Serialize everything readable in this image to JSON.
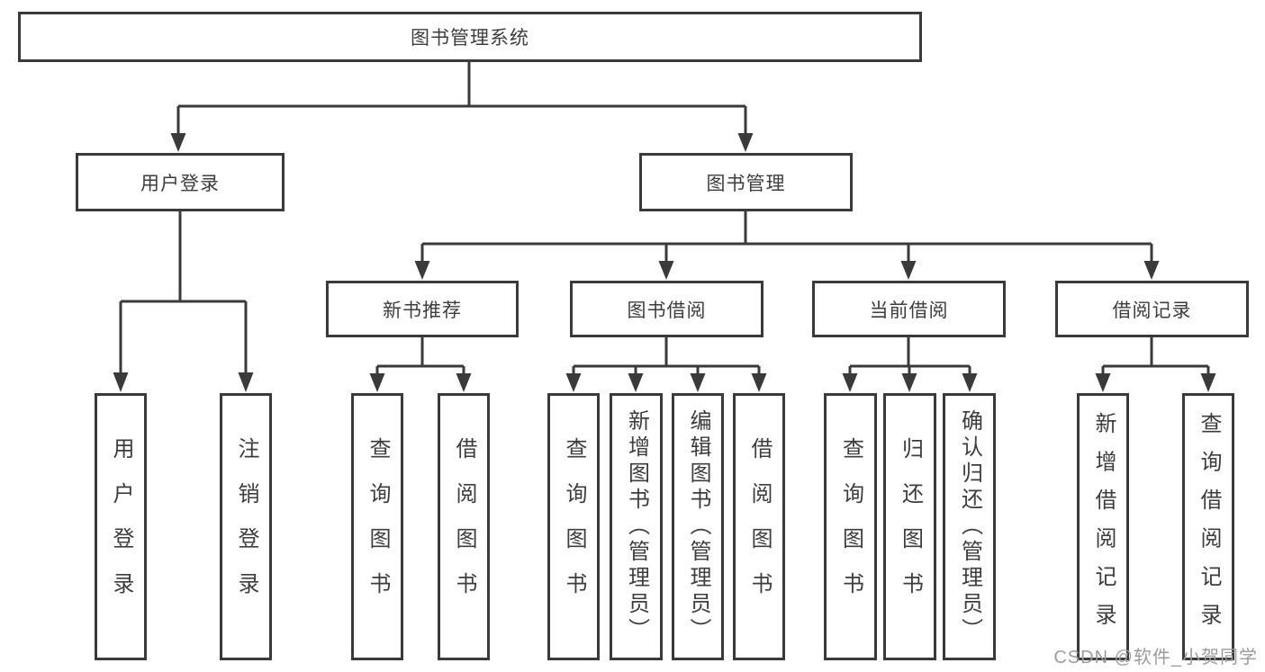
{
  "root": {
    "label": "图书管理系统"
  },
  "branches": {
    "login": {
      "label": "用户登录",
      "leaves": [
        {
          "label": "用户登录"
        },
        {
          "label": "注销登录"
        }
      ]
    },
    "mgmt": {
      "label": "图书管理"
    }
  },
  "modules": [
    {
      "label": "新书推荐",
      "leaves": [
        {
          "label": "查询图书"
        },
        {
          "label": "借阅图书"
        }
      ]
    },
    {
      "label": "图书借阅",
      "leaves": [
        {
          "label": "查询图书"
        },
        {
          "label": "新增图书（管理员）"
        },
        {
          "label": "编辑图书（管理员）"
        },
        {
          "label": "借阅图书"
        }
      ]
    },
    {
      "label": "当前借阅",
      "leaves": [
        {
          "label": "查询图书"
        },
        {
          "label": "归还图书"
        },
        {
          "label": "确认归还（管理员）"
        }
      ]
    },
    {
      "label": "借阅记录",
      "leaves": [
        {
          "label": "新增借阅记录"
        },
        {
          "label": "查询借阅记录"
        }
      ]
    }
  ],
  "watermark": {
    "text": "CSDN @软件_小贺同学"
  },
  "colors": {
    "line": "#3a3a3a",
    "text": "#3d3d3d",
    "watermark": "#9c9c9c",
    "background": "#ffffff"
  }
}
